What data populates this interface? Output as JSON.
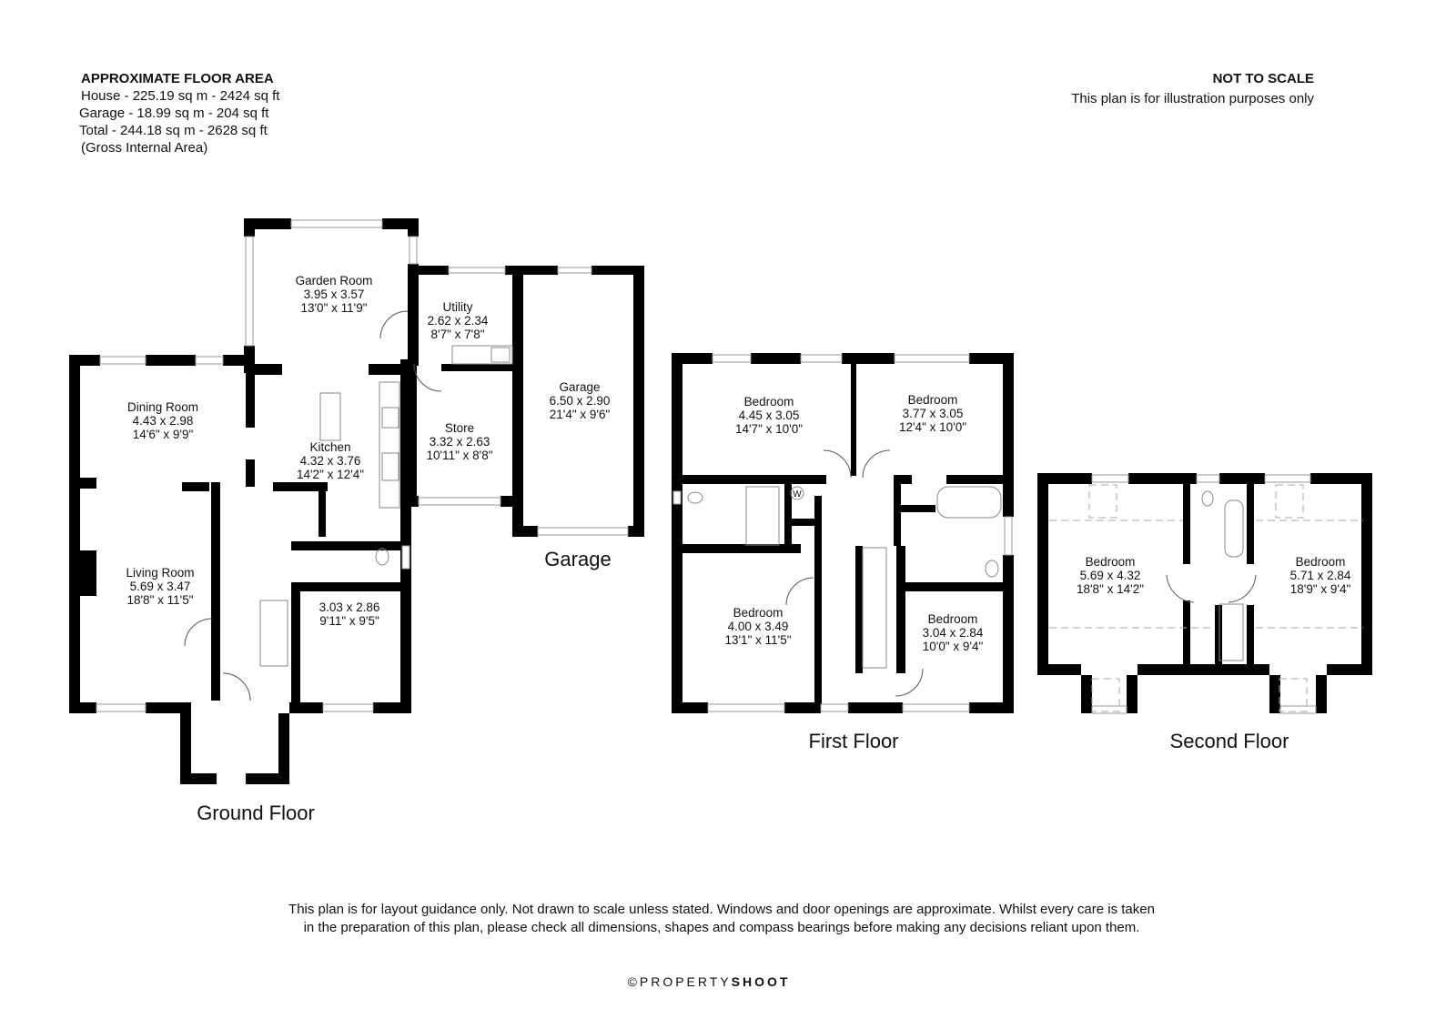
{
  "header": {
    "area_title": "APPROXIMATE FLOOR AREA",
    "area_lines": [
      "House - 225.19 sq m - 2424 sq ft",
      "Garage - 18.99 sq m - 204 sq ft",
      "Total - 244.18 sq m - 2628 sq ft",
      "(Gross Internal Area)"
    ],
    "scale_title": "NOT TO SCALE",
    "scale_note": "This plan is for illustration purposes only"
  },
  "ground_floor": {
    "label": "Ground Floor",
    "garage_label": "Garage",
    "rooms": [
      {
        "name": "Garden Room",
        "metric": "3.95 x 3.57",
        "imperial": "13'0\" x 11'9\""
      },
      {
        "name": "Utility",
        "metric": "2.62 x 2.34",
        "imperial": "8'7\" x 7'8\""
      },
      {
        "name": "Dining Room",
        "metric": "4.43 x 2.98",
        "imperial": "14'6\" x 9'9\""
      },
      {
        "name": "Kitchen",
        "metric": "4.32 x 3.76",
        "imperial": "14'2\" x 12'4\""
      },
      {
        "name": "Store",
        "metric": "3.32 x 2.63",
        "imperial": "10'11\" x 8'8\""
      },
      {
        "name": "Garage",
        "metric": "6.50 x 2.90",
        "imperial": "21'4\" x 9'6\""
      },
      {
        "name": "Living Room",
        "metric": "5.69 x 3.47",
        "imperial": "18'8\" x 11'5\""
      },
      {
        "name": "",
        "metric": "3.03 x 2.86",
        "imperial": "9'11\" x 9'5\""
      }
    ]
  },
  "first_floor": {
    "label": "First Floor",
    "wardrobe_mark": "W",
    "rooms": [
      {
        "name": "Bedroom",
        "metric": "4.45 x 3.05",
        "imperial": "14'7\" x 10'0\""
      },
      {
        "name": "Bedroom",
        "metric": "3.77 x 3.05",
        "imperial": "12'4\" x 10'0\""
      },
      {
        "name": "Bedroom",
        "metric": "4.00 x 3.49",
        "imperial": "13'1\" x 11'5\""
      },
      {
        "name": "Bedroom",
        "metric": "3.04 x 2.84",
        "imperial": "10'0\" x 9'4\""
      }
    ]
  },
  "second_floor": {
    "label": "Second Floor",
    "rooms": [
      {
        "name": "Bedroom",
        "metric": "5.69 x 4.32",
        "imperial": "18'8\" x 14'2\""
      },
      {
        "name": "Bedroom",
        "metric": "5.71 x 2.84",
        "imperial": "18'9\" x 9'4\""
      }
    ]
  },
  "disclaimer": [
    "This plan is for layout guidance only. Not drawn to scale unless stated. Windows and door openings are approximate. Whilst every care is taken",
    "in the preparation of this plan, please check all dimensions, shapes and compass bearings before making any decisions reliant upon them."
  ],
  "brand": {
    "prefix": "©PROPERTY",
    "suffix": "SHOOT"
  }
}
